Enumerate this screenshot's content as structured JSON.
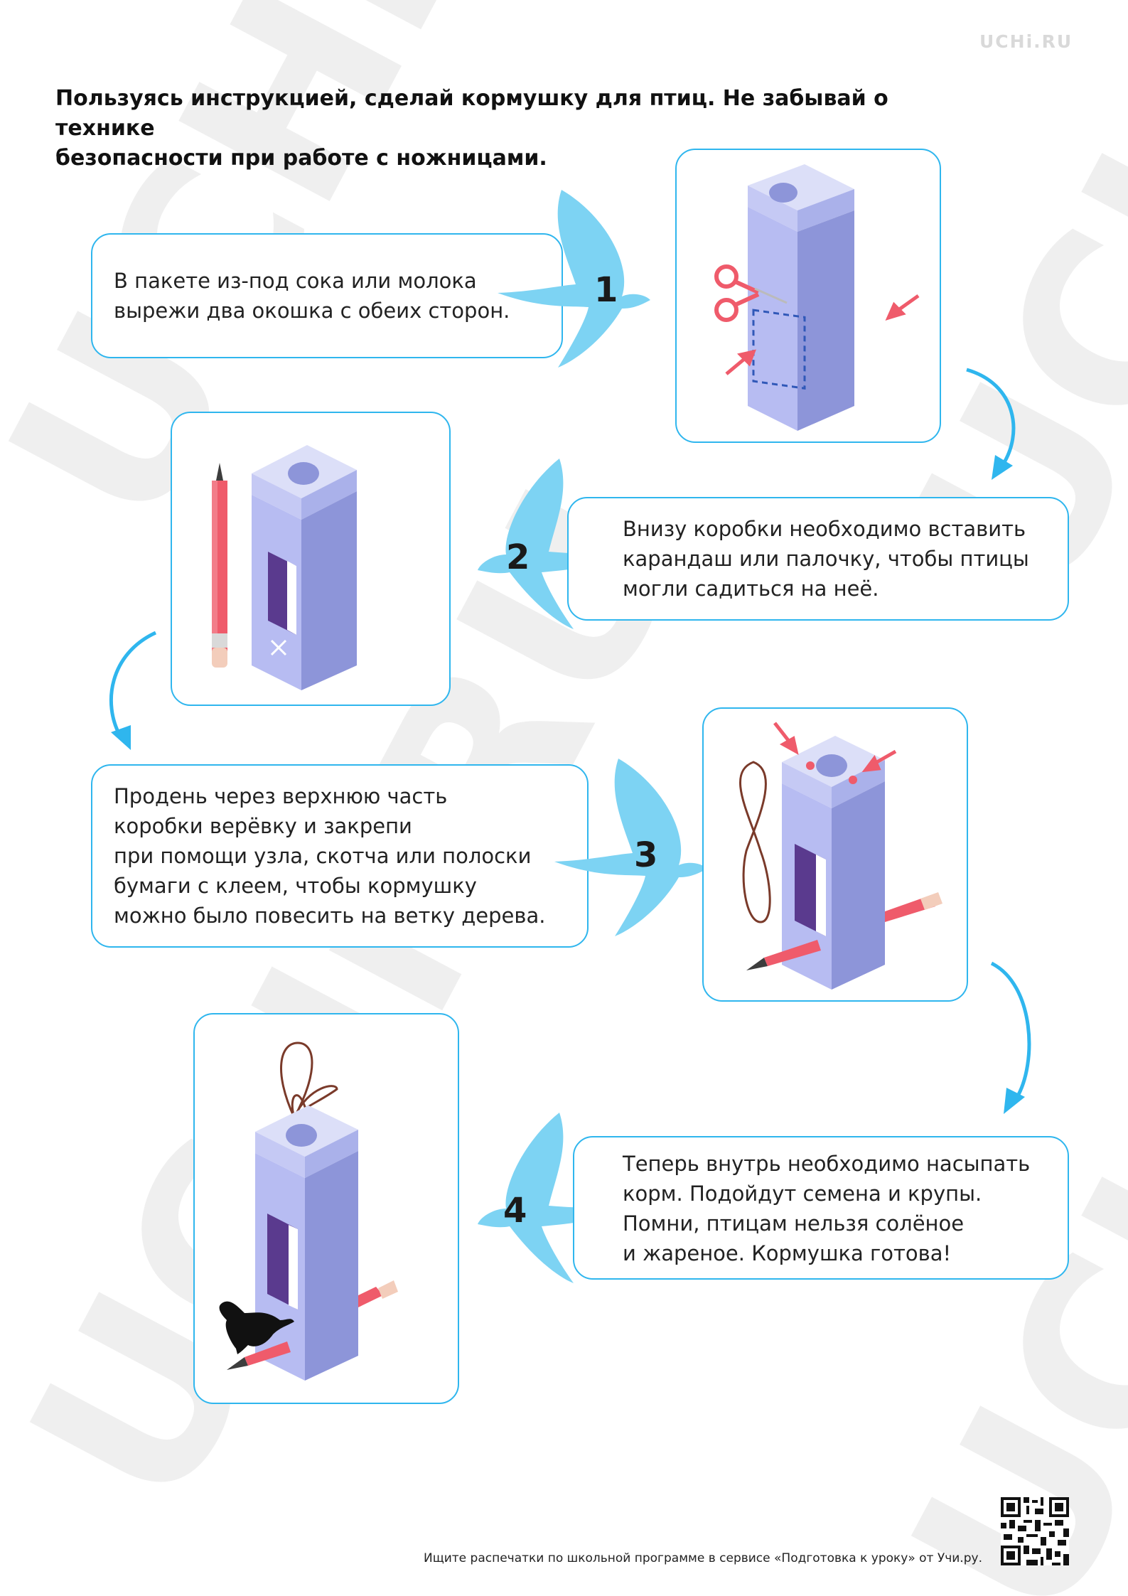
{
  "header": {
    "logo": "UCHi.RU",
    "title_line1": "Пользуясь инструкцией, сделай кормушку для птиц. Не забывай о технике",
    "title_line2": "безопасности при работе с ножницами."
  },
  "watermark": {
    "text": "UCHi.RU"
  },
  "steps": [
    {
      "number": "1",
      "lines": [
        "В пакете из-под сока или молока",
        "вырежи два окошка с обеих сторон."
      ]
    },
    {
      "number": "2",
      "lines": [
        "Внизу коробки необходимо вставить",
        "карандаш или палочку, чтобы птицы",
        "могли садиться на неё."
      ]
    },
    {
      "number": "3",
      "lines": [
        "Продень через верхнюю часть",
        "коробки верёвку и закрепи",
        "при помощи узла, скотча или полоски",
        "бумаги с клеем, чтобы кормушку",
        "можно было повесить на ветку дерева."
      ]
    },
    {
      "number": "4",
      "lines": [
        "Теперь внутрь необходимо насыпать",
        "корм. Подойдут семена и крупы.",
        "Помни, птицам нельзя солёное",
        "и жареное. Кормушка готова!"
      ]
    }
  ],
  "illustrations": {
    "step1": "milk-carton-with-scissors",
    "step2": "milk-carton-with-pencil",
    "step3": "milk-carton-with-string",
    "step4": "bird-feeder-with-bird"
  },
  "colors": {
    "accent": "#2fb6ee",
    "bird": "#7dd3f3",
    "carton_front": "#b7bcf2",
    "carton_side": "#8d95d9",
    "window": "#5a3a8e",
    "arrow_red": "#ef5b6b",
    "pencil": "#ef5b6b"
  },
  "footer": {
    "text": "Ищите распечатки по школьной программе в сервисе «Подготовка к уроку» от Учи.ру."
  }
}
